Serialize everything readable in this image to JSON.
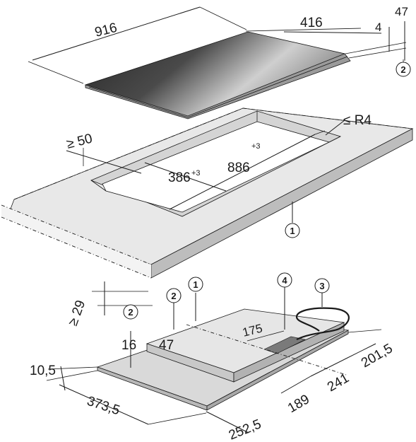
{
  "dimensions": {
    "hob_length": "916",
    "hob_width": "416",
    "hob_edge": "4",
    "hob_height": "47",
    "cutout_radius": "≤ R4",
    "min_edge_distance": "≥ 50",
    "cutout_width": "386",
    "cutout_width_tol": "+3",
    "cutout_length": "886",
    "cutout_length_tol": "+3",
    "min_worktop_thickness": "≥ 29",
    "base_height": "16",
    "body_height": "47",
    "conn_offset": "175",
    "base_side": "10,5",
    "base_len1": "373,5",
    "base_len2": "252,5",
    "base_w1": "189",
    "base_w2": "241",
    "base_w3": "201,5"
  },
  "callouts": {
    "worktop_top": "1",
    "glass_thickness_top": "2",
    "worktop_bottom": "1",
    "body_height_bottom": "2",
    "base_bottom": "2",
    "cable": "3",
    "terminal": "4"
  },
  "colors": {
    "glass_dark": "#3a3a3a",
    "glass_light": "#bdbdbd",
    "worktop_fill": "#e8e8e8",
    "worktop_edge": "#a8a8a8",
    "hole_inner": "#cfcfcf",
    "line": "#1a1a1a"
  }
}
